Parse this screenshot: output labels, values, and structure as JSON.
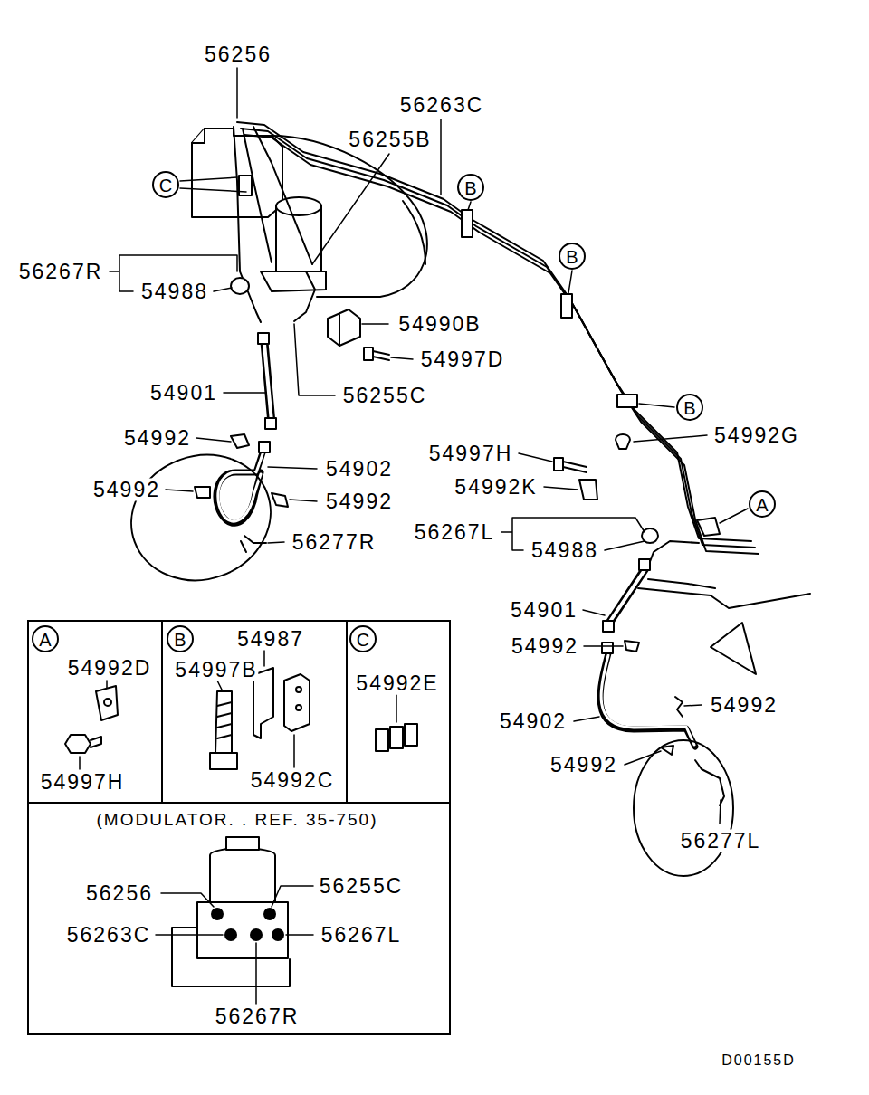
{
  "diagram": {
    "nodes": [
      {
        "text": [
          "C"
        ]
      },
      {
        "text": [
          "B"
        ]
      },
      {
        "text": [
          "B"
        ]
      },
      {
        "text": [
          "B"
        ]
      },
      {
        "text": [
          "A"
        ]
      },
      {
        "text": [
          "54992D",
          "54997H"
        ]
      },
      {
        "text": [
          "A"
        ],
        "in": 5
      },
      {
        "text": [
          "54987",
          "54997B",
          "54992C"
        ]
      },
      {
        "text": [
          "B"
        ],
        "in": 7
      },
      {
        "text": [
          "54992E"
        ]
      },
      {
        "text": [
          "C"
        ],
        "in": 9
      },
      {
        "text": [
          "(MODULATOR. . REF. 35-750)",
          "56256",
          "56255C",
          "56263C",
          "56267L",
          "56267R"
        ]
      }
    ],
    "labels": [
      "56256",
      "56263C",
      "56255B",
      "56267R",
      "54988",
      "54990B",
      "54997D",
      "54901",
      "56255C",
      "54992",
      "54902",
      "54992",
      "54992",
      "56277R",
      "54997H",
      "54992G",
      "54992K",
      "56267L",
      "54988",
      "54901",
      "54992",
      "54992",
      "54902",
      "54992",
      "56277L",
      "D00155D"
    ]
  }
}
